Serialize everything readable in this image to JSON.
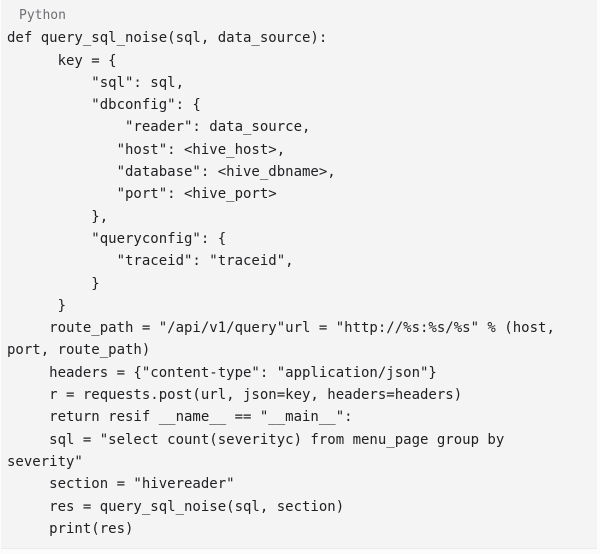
{
  "code_block": {
    "language_label": "Python",
    "lines": [
      "def query_sql_noise(sql, data_source):",
      "      key = {",
      "          \"sql\": sql,",
      "          \"dbconfig\": {",
      "              \"reader\": data_source,",
      "             \"host\": <hive_host>,",
      "             \"database\": <hive_dbname>,",
      "             \"port\": <hive_port>",
      "          },",
      "          \"queryconfig\": {",
      "             \"traceid\": \"traceid\",",
      "          }",
      "      }",
      "     route_path = \"/api/v1/query\"url = \"http://%s:%s/%s\" % (host,",
      "port, route_path)",
      "     headers = {\"content-type\": \"application/json\"}",
      "     r = requests.post(url, json=key, headers=headers)",
      "     return resif __name__ == \"__main__\":",
      "     sql = \"select count(severityc) from menu_page group by",
      "severity\"",
      "     section = \"hivereader\"",
      "     res = query_sql_noise(sql, section)",
      "     print(res)"
    ]
  },
  "colors": {
    "block_background": "#f4f4f5",
    "page_background": "#fcfcfd",
    "code_text": "#212124",
    "label_text": "#6f6f73"
  }
}
